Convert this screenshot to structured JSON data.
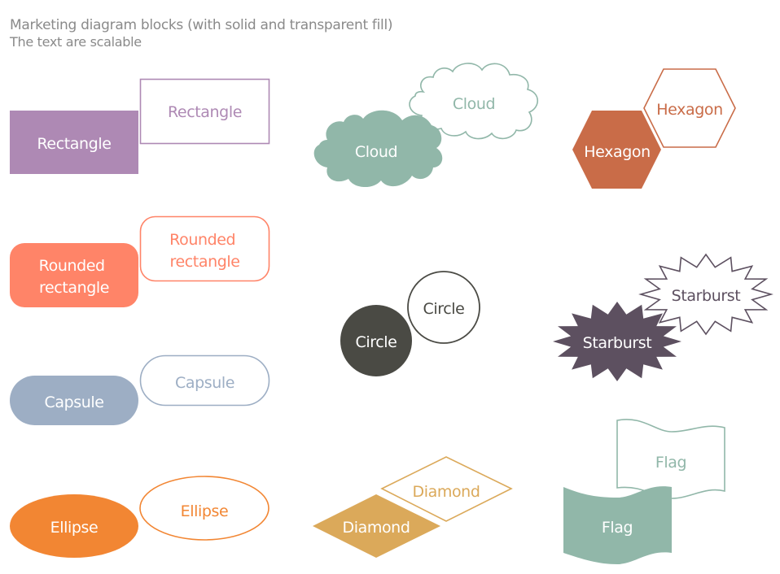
{
  "header": {
    "title": "Marketing diagram blocks (with solid and transparent fill)",
    "subtitle": "The text are scalable"
  },
  "colors": {
    "rectangle": "#ae89b4",
    "rounded_rectangle": "#ff8468",
    "capsule": "#9daec4",
    "ellipse": "#f28633",
    "cloud": "#91b7a9",
    "circle": "#4a4a44",
    "diamond": "#dba95a",
    "hexagon": "#c96c48",
    "starburst": "#5d5060",
    "flag": "#91b7a9",
    "header_text": "#8a8a8a",
    "solid_text": "#ffffff"
  },
  "shapes": {
    "rectangle": {
      "solid_label": "Rectangle",
      "outline_label": "Rectangle"
    },
    "rounded_rectangle": {
      "solid_label": [
        "Rounded",
        "rectangle"
      ],
      "outline_label": [
        "Rounded",
        "rectangle"
      ]
    },
    "capsule": {
      "solid_label": "Capsule",
      "outline_label": "Capsule"
    },
    "ellipse": {
      "solid_label": "Ellipse",
      "outline_label": "Ellipse"
    },
    "cloud": {
      "solid_label": "Cloud",
      "outline_label": "Cloud"
    },
    "circle": {
      "solid_label": "Circle",
      "outline_label": "Circle"
    },
    "diamond": {
      "solid_label": "Diamond",
      "outline_label": "Diamond"
    },
    "hexagon": {
      "solid_label": "Hexagon",
      "outline_label": "Hexagon"
    },
    "starburst": {
      "solid_label": "Starburst",
      "outline_label": "Starburst"
    },
    "flag": {
      "solid_label": "Flag",
      "outline_label": "Flag"
    }
  }
}
